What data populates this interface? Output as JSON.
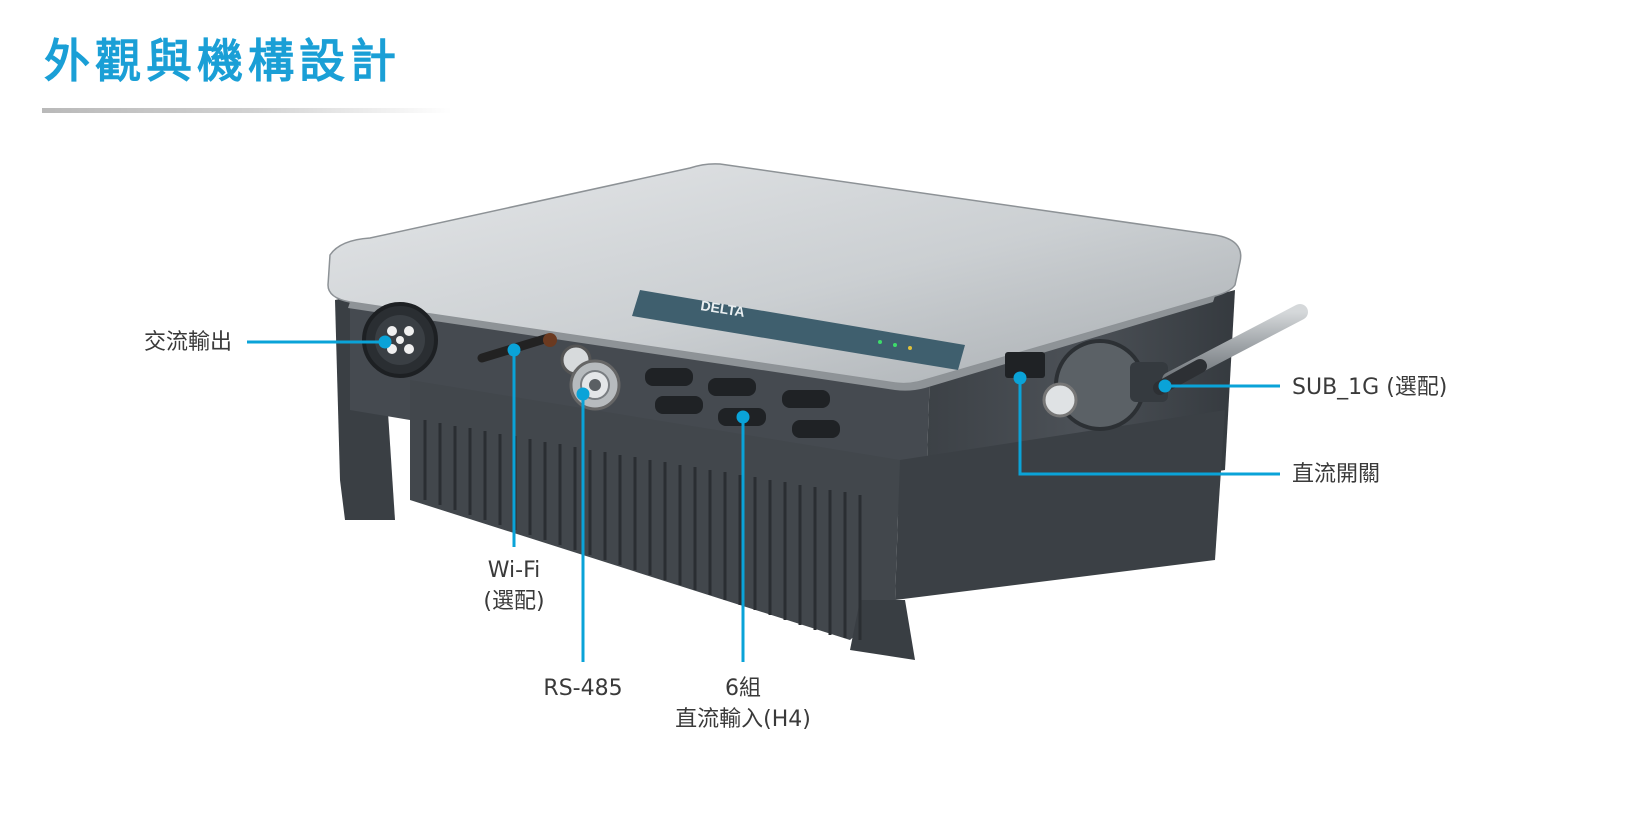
{
  "title": "外觀與機構設計",
  "brand": "DELTA",
  "accent_color": "#1a9fd6",
  "line_color": "#0aa3d8",
  "labels": {
    "ac_output": "交流輸出",
    "sub1g": "SUB_1G (選配)",
    "dc_switch": "直流開關",
    "wifi_line1": "Wi-Fi",
    "wifi_line2": "(選配)",
    "rs485": "RS-485",
    "dc_input_line1": "6組",
    "dc_input_line2": "直流輸入(H4)"
  }
}
